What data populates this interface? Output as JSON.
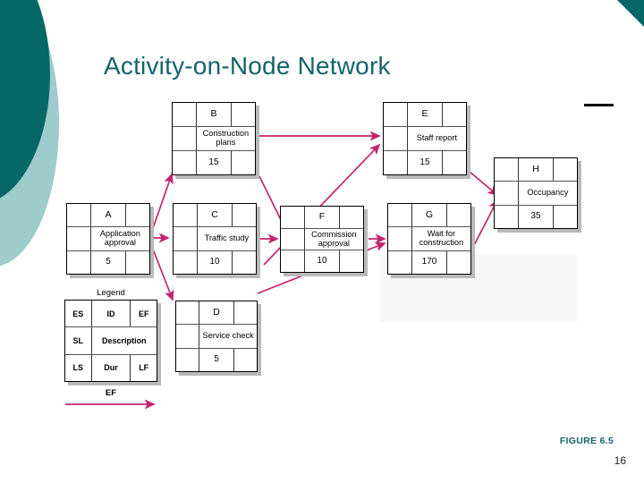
{
  "slide": {
    "title": "Activity-on-Node Network",
    "figure_caption": "FIGURE 6.5",
    "page_number": "16",
    "accent_color": "#15636b",
    "deco_dark_color": "#066767",
    "deco_light_color": "#9ecbcb",
    "arrow_color": "#c4246e"
  },
  "diagram": {
    "type": "activity-on-node-network",
    "nodes": [
      {
        "key": "A",
        "id": "A",
        "description": "Application approval",
        "duration": "5"
      },
      {
        "key": "B",
        "id": "B",
        "description": "Construction plans",
        "duration": "15"
      },
      {
        "key": "C",
        "id": "C",
        "description": "Traffic study",
        "duration": "10"
      },
      {
        "key": "D",
        "id": "D",
        "description": "Service check",
        "duration": "5"
      },
      {
        "key": "E",
        "id": "E",
        "description": "Staff report",
        "duration": "15"
      },
      {
        "key": "F",
        "id": "F",
        "description": "Commission approval",
        "duration": "10"
      },
      {
        "key": "G",
        "id": "G",
        "description": "Wait for construction",
        "duration": "170"
      },
      {
        "key": "H",
        "id": "H",
        "description": "Occupancy",
        "duration": "35"
      }
    ],
    "edges": [
      {
        "from": "A",
        "to": "B"
      },
      {
        "from": "A",
        "to": "C"
      },
      {
        "from": "A",
        "to": "D"
      },
      {
        "from": "B",
        "to": "E"
      },
      {
        "from": "B",
        "to": "F"
      },
      {
        "from": "C",
        "to": "E"
      },
      {
        "from": "C",
        "to": "F"
      },
      {
        "from": "D",
        "to": "F"
      },
      {
        "from": "F",
        "to": "G"
      },
      {
        "from": "E",
        "to": "H"
      },
      {
        "from": "G",
        "to": "H"
      }
    ]
  },
  "legend": {
    "title": "Legend",
    "cells": {
      "es": "ES",
      "id": "ID",
      "ef": "EF",
      "sl": "SL",
      "description": "Description",
      "ls": "LS",
      "dur": "Dur",
      "lf": "LF"
    },
    "key_label": "EF"
  }
}
